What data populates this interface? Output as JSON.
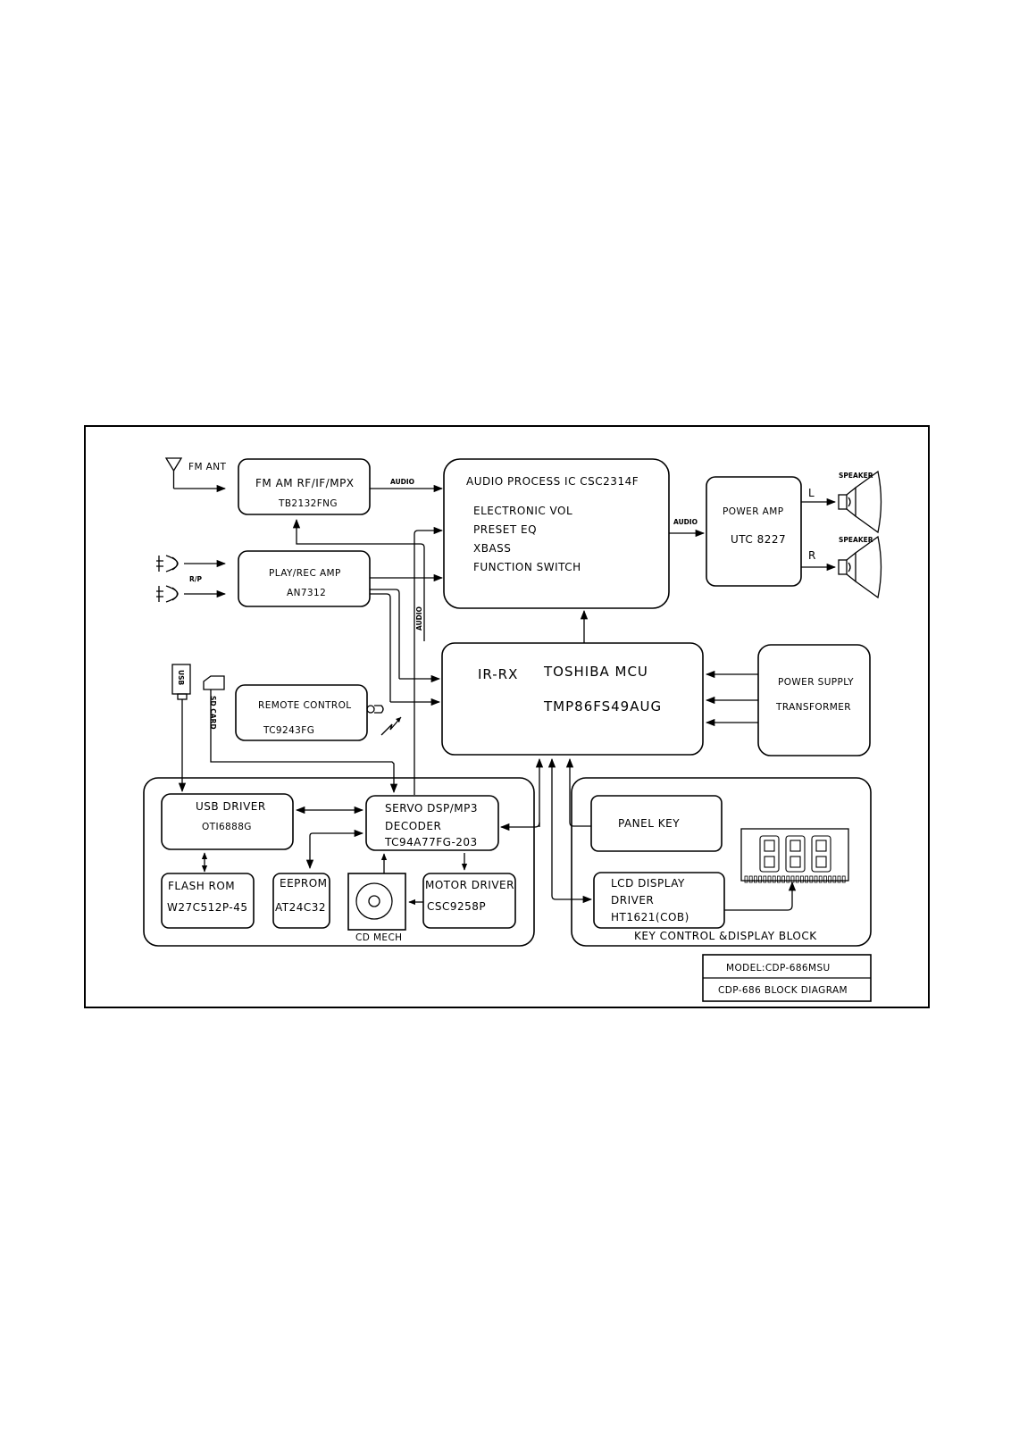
{
  "fm_ant": "FM ANT",
  "rp_label": "R/P",
  "usb_plug": "USB",
  "sd_card": "SD CARD",
  "audio_label_1": "AUDIO",
  "audio_label_2": "AUDIO",
  "audio_label_vertical": "AUDIO",
  "blocks": {
    "fm": {
      "line1": "FM AM RF/IF/MPX",
      "line2": "TB2132FNG"
    },
    "playrec": {
      "line1": "PLAY/REC AMP",
      "line2": "AN7312"
    },
    "audio_ic": {
      "title": "AUDIO PROCESS IC   CSC2314F",
      "items": [
        "ELECTRONIC VOL",
        "PRESET EQ",
        "XBASS",
        "FUNCTION SWITCH"
      ]
    },
    "power_amp": {
      "line1": "POWER AMP",
      "line2": "UTC 8227"
    },
    "speaker_l": {
      "channel": "L",
      "label": "SPEAKER"
    },
    "speaker_r": {
      "channel": "R",
      "label": "SPEAKER"
    },
    "mcu": {
      "irrx": "IR-RX",
      "name": "TOSHIBA MCU",
      "part": "TMP86FS49AUG"
    },
    "power_supply": {
      "line1": "POWER SUPPLY",
      "line2": "TRANSFORMER"
    },
    "remote": {
      "line1": "REMOTE CONTROL",
      "line2": "TC9243FG"
    },
    "usb_driver": {
      "line1": "USB DRIVER",
      "line2": "OTI6888G"
    },
    "servo": {
      "line1": "SERVO DSP/MP3",
      "line2": "DECODER",
      "line3": "TC94A77FG-203"
    },
    "flash": {
      "line1": "FLASH ROM",
      "line2": "W27C512P-45"
    },
    "eeprom": {
      "line1": "EEPROM",
      "line2": "AT24C32"
    },
    "cd_mech": "CD MECH",
    "motor": {
      "line1": "MOTOR DRIVER",
      "line2": "CSC9258P"
    },
    "panel_key": "PANEL KEY",
    "lcd": {
      "line1": "LCD DISPLAY",
      "line2": "DRIVER",
      "line3": "HT1621(COB)"
    },
    "lcd_glyphs": "888",
    "key_block": "KEY CONTROL &DISPLAY BLOCK"
  },
  "title_block": {
    "model": "MODEL:CDP-686MSU",
    "title": "CDP-686 BLOCK DIAGRAM"
  }
}
